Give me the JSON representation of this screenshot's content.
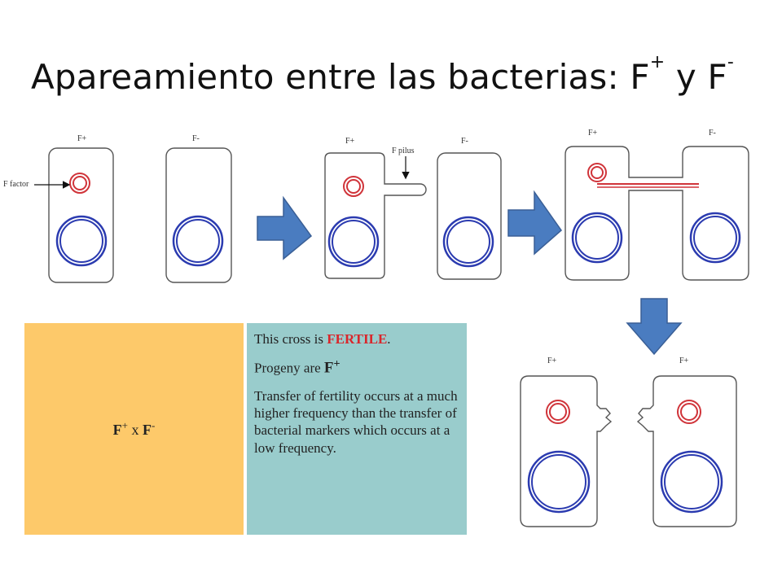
{
  "title": {
    "main": "Apareamiento entre las bacterias: F",
    "sup1": "+",
    "mid": " y F",
    "sup2": "-"
  },
  "diagram_labels": {
    "f_plus": "F+",
    "f_minus": "F-",
    "f_factor": "F factor",
    "f_pilus": "F pilus"
  },
  "colors": {
    "plasmid": "#d0343a",
    "chromosome": "#2b3bb0",
    "arrow": "#4a7cc0",
    "left_panel": "#fdc96a",
    "right_panel": "#99cccc"
  },
  "table": {
    "cross": {
      "f1": "F",
      "s1": "+",
      "x": " x ",
      "f2": "F",
      "s2": "-"
    },
    "line1_prefix": "This cross is ",
    "line1_emph": "FERTILE",
    "line1_suffix": ".",
    "line2_prefix": "Progeny are ",
    "line2_f": "F",
    "line2_sup": "+",
    "line3": "Transfer of fertility occurs at a much higher frequency than the transfer of bacterial markers which occurs at a low frequency."
  }
}
